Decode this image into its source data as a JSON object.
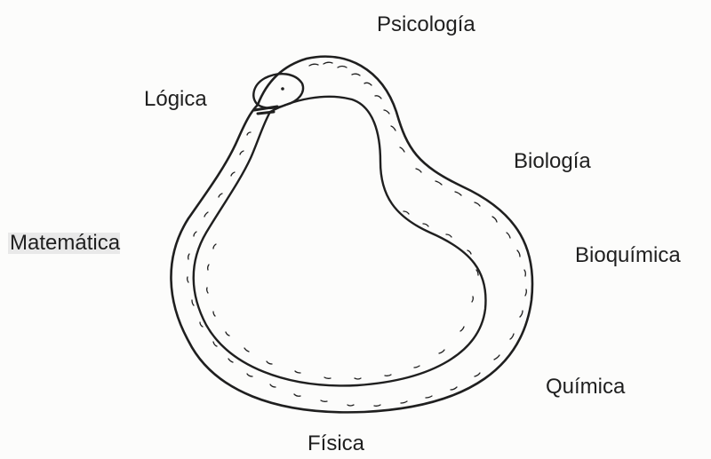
{
  "diagram": {
    "labels": {
      "psicologia": "Psicología",
      "logica": "Lógica",
      "biologia": "Biología",
      "matematica": "Matemática",
      "bioquimica": "Bioquímica",
      "quimica": "Química",
      "fisica": "Física"
    }
  },
  "colors": {
    "ink": "#1f1f1f",
    "background": "#fcfcfb",
    "label_highlight": "#e9e9e9"
  },
  "icons": {
    "central_figure": "ouroboros-snake-icon"
  }
}
